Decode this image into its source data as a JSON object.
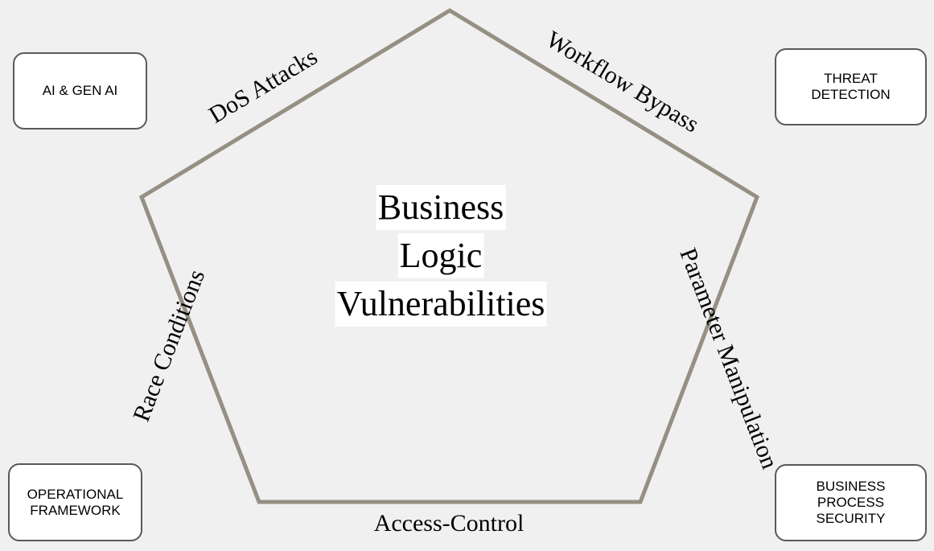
{
  "corner_boxes": {
    "top_left": "AI & GEN AI",
    "top_right": [
      "THREAT",
      "DETECTION"
    ],
    "bottom_left": [
      "OPERATIONAL",
      "FRAMEWORK"
    ],
    "bottom_right": [
      "BUSINESS",
      "PROCESS",
      "SECURITY"
    ]
  },
  "center_title": [
    "Business",
    "Logic",
    "Vulnerabilities"
  ],
  "edge_labels": {
    "top_left": "DoS Attacks",
    "top_right": "Workflow Bypass",
    "right": "Parameter Manipulation",
    "bottom": "Access-Control",
    "left": "Race Conditions"
  },
  "colors": {
    "pentagon_stroke": "#968f84",
    "box_border": "#595959",
    "background": "#f0f0f0"
  }
}
